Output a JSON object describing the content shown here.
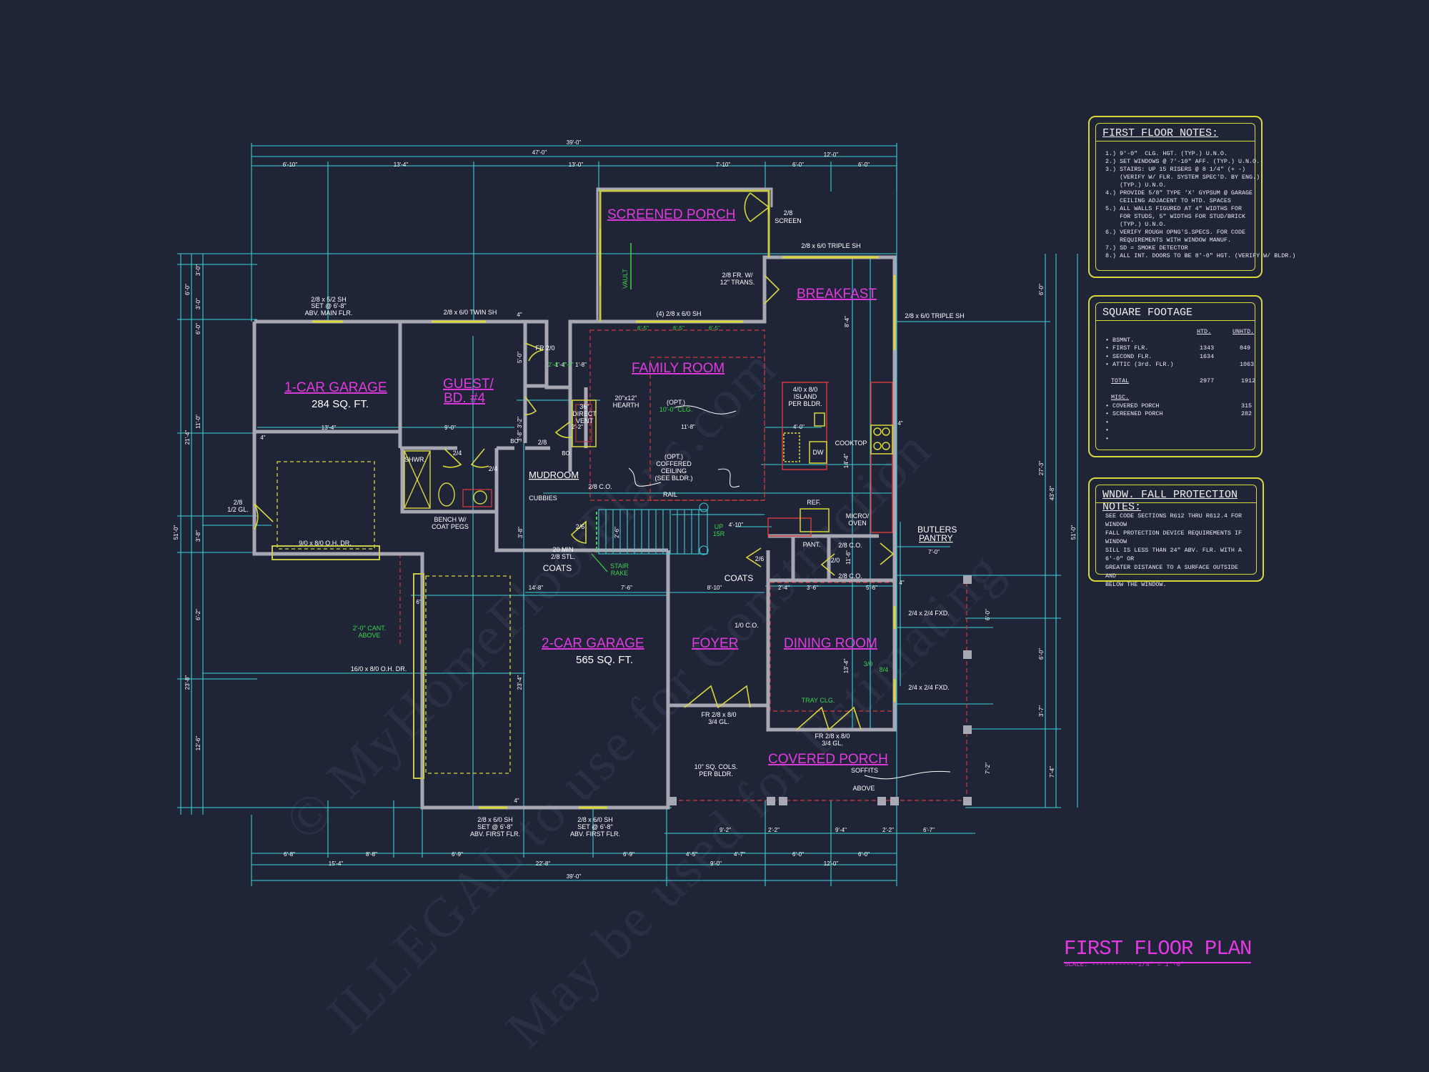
{
  "title": "FIRST FLOOR PLAN",
  "scale": "SCALE: ------------1/4\" = 1'-0\"",
  "watermark": [
    "© MyHomeFloorPlans.com",
    "ILLEGAL to use for Construction",
    "May be used for Estimating"
  ],
  "colors": {
    "background": "#202437",
    "dimension": "#3ad0d8",
    "wall": "#a8a8b4",
    "room_label": "#e23ae0",
    "note": "#ffffff",
    "green": "#3ad64a",
    "yellow": "#d8d83a",
    "red": "#d03a3a"
  },
  "rooms": [
    {
      "name": "SCREENED PORCH"
    },
    {
      "name": "BREAKFAST"
    },
    {
      "name": "FAMILY ROOM"
    },
    {
      "name": "1-CAR GARAGE",
      "area": "284 SQ. FT."
    },
    {
      "name": "GUEST/",
      "name2": "BD. #4"
    },
    {
      "name": "MUDROOM"
    },
    {
      "name": "2-CAR GARAGE",
      "area": "565 SQ. FT."
    },
    {
      "name": "FOYER"
    },
    {
      "name": "DINING ROOM"
    },
    {
      "name": "COVERED PORCH"
    },
    {
      "name": "BUTLERS",
      "name2": "PANTRY"
    }
  ],
  "dims_top": [
    "39'-0\"",
    "47'-0\"",
    "6'-10\"",
    "13'-4\"",
    "13'-0\"",
    "7'-10\"",
    "6'-0\"",
    "12'-0\"",
    "6'-0\""
  ],
  "dims_bottom": [
    "6'-8\"",
    "8'-8\"",
    "15'-4\"",
    "6'-9\"",
    "6'-9\"",
    "22'-8\"",
    "4'-5\"",
    "4'-7\"",
    "6'-0\"",
    "6'-0\"",
    "9'-0\"",
    "12'-0\"",
    "39'-0\""
  ],
  "dims_bottom2": [
    "9'-2\"",
    "2'-2\"",
    "9'-4\"",
    "2'-2\"",
    "6'-7\""
  ],
  "dims_left": [
    "3'-0\"",
    "6'-0\"",
    "3'-0\"",
    "6'-0\"",
    "11'-0\"",
    "21'-4\"",
    "3'-8\"",
    "6'-2\"",
    "23'-8\"",
    "12'-6\"",
    "51'-0\""
  ],
  "dims_right": [
    "6'-0\"",
    "8'-4\"",
    "27'-3\"",
    "43'-8\"",
    "51'-0\"",
    "6'-0\"",
    "6'-0\"",
    "3'-7\"",
    "7'-2\"",
    "7'-4\""
  ],
  "dims_interior": [
    "13'-4\"",
    "9'-0\"",
    "11'-8\"",
    "4'-0\"",
    "4'-10\"",
    "14'-8\"",
    "7'-6\"",
    "8'-10\"",
    "2'-4\"",
    "3'-6\"",
    "5'-6\"",
    "7'-0\"",
    "4\"",
    "6\"",
    "4\"",
    "4\"",
    "4\"",
    "4\"",
    "1'-4\"",
    "1'-8\"",
    "2'-2\"",
    "5'-0\"",
    "3'-8\"",
    "13'-4\"",
    "23'-4\"",
    "14'-4\"",
    "3'-2\"",
    "3'-8\"",
    "11'-6\"",
    "2'-6\""
  ],
  "annotations": [
    "2/8 x 5/2 SH",
    "SET @ 6'-8\"",
    "ABV. MAIN FLR.",
    "2/8 x 6/0 TWIN SH",
    "(4) 2/8 x 6/0 SH",
    "2/8",
    "SCREEN",
    "2/8 x 6/0 TRIPLE SH",
    "2/8 FR. W/",
    "12\" TRANS.",
    "2/8 x 6/0 TRIPLE SH",
    "VAULT",
    "FR 2/0",
    "2'-4\"",
    "2'-8\"",
    "36\"",
    "DIRECT",
    "VENT",
    "20\"x12\"",
    "HEARTH",
    "(OPT.)",
    "10'-0\" CLG.",
    "4/0 x 8/0",
    "ISLAND",
    "PER BLDR.",
    "DW",
    "COOKTOP",
    "2/4",
    "2/4",
    "2/8",
    "2/8 C.O.",
    "SHWR.",
    "(OPT.)",
    "COFFERED",
    "CEILING",
    "(SEE BLDR.)",
    "RAIL",
    "CUBBIES",
    "BENCH W/",
    "COAT PEGS",
    "2/6",
    "20 MIN",
    "2/8 STL.",
    "COATS",
    "STAIR",
    "RAKE",
    "UP",
    "15R",
    "REF.",
    "MICRO/",
    "OVEN",
    "PANT.",
    "2/6",
    "2/0",
    "2/8 C.O.",
    "2/8 C.O.",
    "COATS",
    "2/8",
    "1/2 GL.",
    "9/0 x 8/0 O.H. DR.",
    "2'-0\" CANT.",
    "ABOVE",
    "16/0 x 8/0 O.H. DR.",
    "1/0 C.O.",
    "2/4 x 2/4 FXD.",
    "2/4 x 2/4 FXD.",
    "3/0",
    "8/4",
    "TRAY CLG.",
    "FR 2/8 x 8/0",
    "3/4 GL.",
    "FR 2/8 x 8/0",
    "3/4 GL.",
    "10\" SQ. COLS.",
    "PER BLDR.",
    "SOFFITS",
    "ABOVE",
    "2/8 x 6/0 SH",
    "SET @ 6'-8\"",
    "ABV. FIRST FLR.",
    "2/8 x 6/0 SH",
    "SET @ 6'-8\"",
    "ABV. FIRST FLR.",
    "BO",
    "BO",
    "6'-5\"",
    "6'-5\"",
    "6'-5\""
  ],
  "first_floor_notes": {
    "title": "FIRST FLOOR NOTES:",
    "items": [
      "1.) 9'-0\"  CLG. HGT. (TYP.) U.N.O.",
      "2.) SET WINDOWS @ 7'-10\" AFF. (TYP.) U.N.O.",
      "3.) STAIRS: UP 15 RISERS @ 8 1/4\" (+ -)",
      "    (VERIFY W/ FLR. SYSTEM SPEC'D. BY ENG.)",
      "    (TYP.) U.N.O.",
      "4.) PROVIDE 5/8\" TYPE 'X' GYPSUM @ GARAGE",
      "    CEILING ADJACENT TO HTD. SPACES",
      "5.) ALL WALLS FIGURED AT 4\" WIDTHS FOR",
      "    FOR STUDS, 5\" WIDTHS FOR STUD/BRICK",
      "    (TYP.) U.N.O.",
      "6.) VERIFY ROUGH OPNG'S.SPECS. FOR CODE",
      "    REQUIREMENTS WITH WINDOW MANUF.",
      "7.) SD = SMOKE DETECTOR",
      "8.) ALL INT. DOORS TO BE 8'-0\" HGT. (VERIFY W/ BLDR.)"
    ]
  },
  "square_footage": {
    "title": "SQUARE FOOTAGE",
    "col_heated": "HTD.",
    "col_unheated": "UNHTD.",
    "rows": [
      {
        "label": "• BSMNT.",
        "htd": "",
        "unhtd": ""
      },
      {
        "label": "• FIRST FLR.",
        "htd": "1343",
        "unhtd": "849"
      },
      {
        "label": "• SECOND FLR.",
        "htd": "1634",
        "unhtd": ""
      },
      {
        "label": "• ATTIC (3rd. FLR.)",
        "htd": "",
        "unhtd": "1063"
      },
      {
        "label": "",
        "htd": "",
        "unhtd": ""
      },
      {
        "label": "TOTAL",
        "htd": "2977",
        "unhtd": "1912"
      }
    ],
    "misc_label": "MISC.",
    "misc": [
      {
        "label": "• COVERED PORCH",
        "value": "315"
      },
      {
        "label": "• SCREENED PORCH",
        "value": "282"
      },
      {
        "label": "•",
        "value": ""
      },
      {
        "label": "•",
        "value": ""
      },
      {
        "label": "•",
        "value": ""
      }
    ]
  },
  "fall_protection": {
    "title": "WNDW. FALL PROTECTION NOTES:",
    "text": [
      "SEE CODE SECTIONS R612 THRU R612.4 FOR WINDOW",
      "FALL PROTECTION DEVICE REQUIREMENTS IF WINDOW",
      "SILL IS LESS THAN 24\" ABV. FLR. WITH A 6'-0\" OR",
      "GREATER DISTANCE TO A SURFACE OUTSIDE AND",
      "BELOW THE WINDOW."
    ]
  }
}
